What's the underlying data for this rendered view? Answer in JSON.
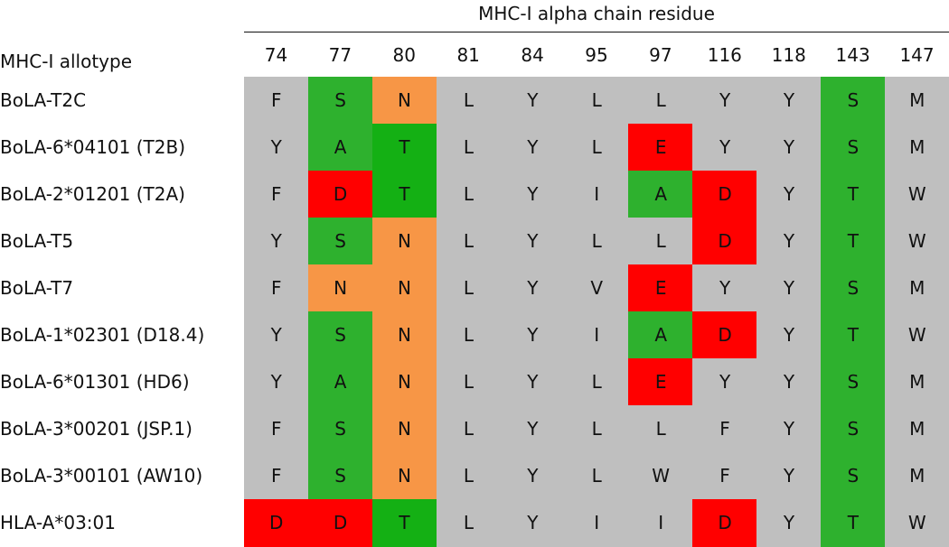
{
  "header": {
    "title": "MHC-I alpha chain residue",
    "row_header": "MHC-I allotype"
  },
  "positions": [
    "74",
    "77",
    "80",
    "81",
    "84",
    "95",
    "97",
    "116",
    "118",
    "143",
    "147"
  ],
  "colors": {
    "grey": "#bfbfbf",
    "green": "#2eb12e",
    "green_dark": "#14b014",
    "orange": "#f79646",
    "red": "#ff0000"
  },
  "rows": [
    {
      "label": "BoLA-T2C",
      "cells": [
        "F",
        "S",
        "N",
        "L",
        "Y",
        "L",
        "L",
        "Y",
        "Y",
        "S",
        "M"
      ],
      "fills": [
        "grey",
        "green",
        "orange",
        "grey",
        "grey",
        "grey",
        "grey",
        "grey",
        "grey",
        "green",
        "grey"
      ]
    },
    {
      "label": "BoLA-6*04101 (T2B)",
      "cells": [
        "Y",
        "A",
        "T",
        "L",
        "Y",
        "L",
        "E",
        "Y",
        "Y",
        "S",
        "M"
      ],
      "fills": [
        "grey",
        "green",
        "green_dark",
        "grey",
        "grey",
        "grey",
        "red",
        "grey",
        "grey",
        "green",
        "grey"
      ]
    },
    {
      "label": "BoLA-2*01201 (T2A)",
      "cells": [
        "F",
        "D",
        "T",
        "L",
        "Y",
        "I",
        "A",
        "D",
        "Y",
        "T",
        "W"
      ],
      "fills": [
        "grey",
        "red",
        "green_dark",
        "grey",
        "grey",
        "grey",
        "green",
        "red",
        "grey",
        "green",
        "grey"
      ]
    },
    {
      "label": "BoLA-T5",
      "cells": [
        "Y",
        "S",
        "N",
        "L",
        "Y",
        "L",
        "L",
        "D",
        "Y",
        "T",
        "W"
      ],
      "fills": [
        "grey",
        "green",
        "orange",
        "grey",
        "grey",
        "grey",
        "grey",
        "red",
        "grey",
        "green",
        "grey"
      ]
    },
    {
      "label": "BoLA-T7",
      "cells": [
        "F",
        "N",
        "N",
        "L",
        "Y",
        "V",
        "E",
        "Y",
        "Y",
        "S",
        "M"
      ],
      "fills": [
        "grey",
        "orange",
        "orange",
        "grey",
        "grey",
        "grey",
        "red",
        "grey",
        "grey",
        "green",
        "grey"
      ]
    },
    {
      "label": "BoLA-1*02301 (D18.4)",
      "cells": [
        "Y",
        "S",
        "N",
        "L",
        "Y",
        "I",
        "A",
        "D",
        "Y",
        "T",
        "W"
      ],
      "fills": [
        "grey",
        "green",
        "orange",
        "grey",
        "grey",
        "grey",
        "green",
        "red",
        "grey",
        "green",
        "grey"
      ]
    },
    {
      "label": "BoLA-6*01301 (HD6)",
      "cells": [
        "Y",
        "A",
        "N",
        "L",
        "Y",
        "L",
        "E",
        "Y",
        "Y",
        "S",
        "M"
      ],
      "fills": [
        "grey",
        "green",
        "orange",
        "grey",
        "grey",
        "grey",
        "red",
        "grey",
        "grey",
        "green",
        "grey"
      ]
    },
    {
      "label": "BoLA-3*00201 (JSP.1)",
      "cells": [
        "F",
        "S",
        "N",
        "L",
        "Y",
        "L",
        "L",
        "F",
        "Y",
        "S",
        "M"
      ],
      "fills": [
        "grey",
        "green",
        "orange",
        "grey",
        "grey",
        "grey",
        "grey",
        "grey",
        "grey",
        "green",
        "grey"
      ]
    },
    {
      "label": "BoLA-3*00101 (AW10)",
      "cells": [
        "F",
        "S",
        "N",
        "L",
        "Y",
        "L",
        "W",
        "F",
        "Y",
        "S",
        "M"
      ],
      "fills": [
        "grey",
        "green",
        "orange",
        "grey",
        "grey",
        "grey",
        "grey",
        "grey",
        "grey",
        "green",
        "grey"
      ]
    },
    {
      "label": "HLA-A*03:01",
      "cells": [
        "D",
        "D",
        "T",
        "L",
        "Y",
        "I",
        "I",
        "D",
        "Y",
        "T",
        "W"
      ],
      "fills": [
        "red",
        "red",
        "green_dark",
        "grey",
        "grey",
        "grey",
        "grey",
        "red",
        "grey",
        "green",
        "grey"
      ]
    }
  ]
}
